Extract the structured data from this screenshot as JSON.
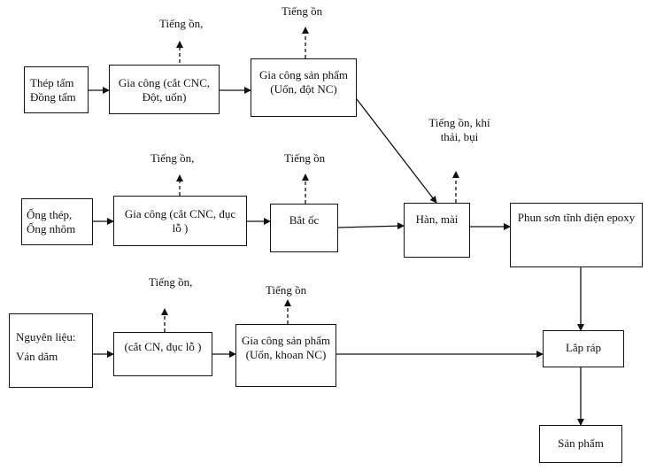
{
  "row1": {
    "input": [
      "Thép tấm",
      "Đồng tấm"
    ],
    "process1": [
      "Gia công  (cắt CNC,",
      "Đột, uốn)"
    ],
    "process2": [
      "Gia công sản phẩm",
      "(Uốn, đột NC)"
    ],
    "noise1": "Tiếng ồn,",
    "noise2": "Tiếng ồn"
  },
  "row2": {
    "input": [
      "Ống thép,",
      "Ống nhôm"
    ],
    "process1": [
      "Gia công (cắt CNC, đục",
      "lỗ )"
    ],
    "process2": "Bắt ốc",
    "noise1": "Tiếng ồn,",
    "noise2": "Tiếng ồn"
  },
  "row3": {
    "input": [
      "Nguyên liệu:",
      "Ván dăm"
    ],
    "process1": "(cắt CN, đục lỗ )",
    "process2": [
      "Gia công sản phẩm",
      "(Uốn, khoan NC)"
    ],
    "noise1": "Tiếng ồn,",
    "noise2": "Tiếng ồn"
  },
  "weld": {
    "label": "Hàn, mài",
    "emission": [
      "Tiếng ồn, khí",
      "thải, bụi"
    ]
  },
  "paint": "Phun sơn tĩnh điện epoxy",
  "assembly": "Lắp ráp",
  "product": "Sản phẩm"
}
